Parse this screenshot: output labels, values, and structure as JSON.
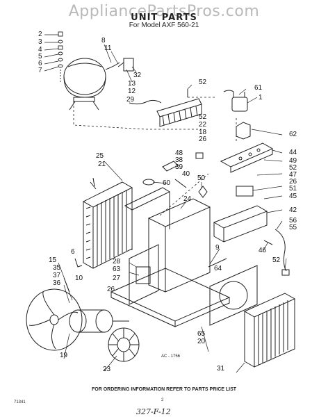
{
  "watermark": "AppliancePartsPros.com",
  "header": {
    "title": "UNIT PARTS",
    "subtitle": "For Model AXF 560-21"
  },
  "callouts": [
    "2",
    "3",
    "4",
    "5",
    "6",
    "7",
    "8",
    "11",
    "13",
    "12",
    "29",
    "32",
    "52",
    "61",
    "1",
    "52",
    "22",
    "18",
    "26",
    "62",
    "48",
    "38",
    "39",
    "40",
    "44",
    "49",
    "52",
    "47",
    "26",
    "51",
    "45",
    "42",
    "56",
    "55",
    "25",
    "21",
    "60",
    "50",
    "24",
    "9",
    "46",
    "52",
    "15",
    "35",
    "37",
    "36",
    "28",
    "63",
    "27",
    "6",
    "10",
    "26",
    "64",
    "19",
    "65",
    "20",
    "23",
    "31"
  ],
  "figure_ref": "AC - 1756",
  "footer": {
    "ordering_note": "FOR ORDERING INFORMATION REFER TO PARTS PRICE LIST",
    "left_code": "71341",
    "page_number": "2",
    "handwritten_note": "327-F-12"
  }
}
